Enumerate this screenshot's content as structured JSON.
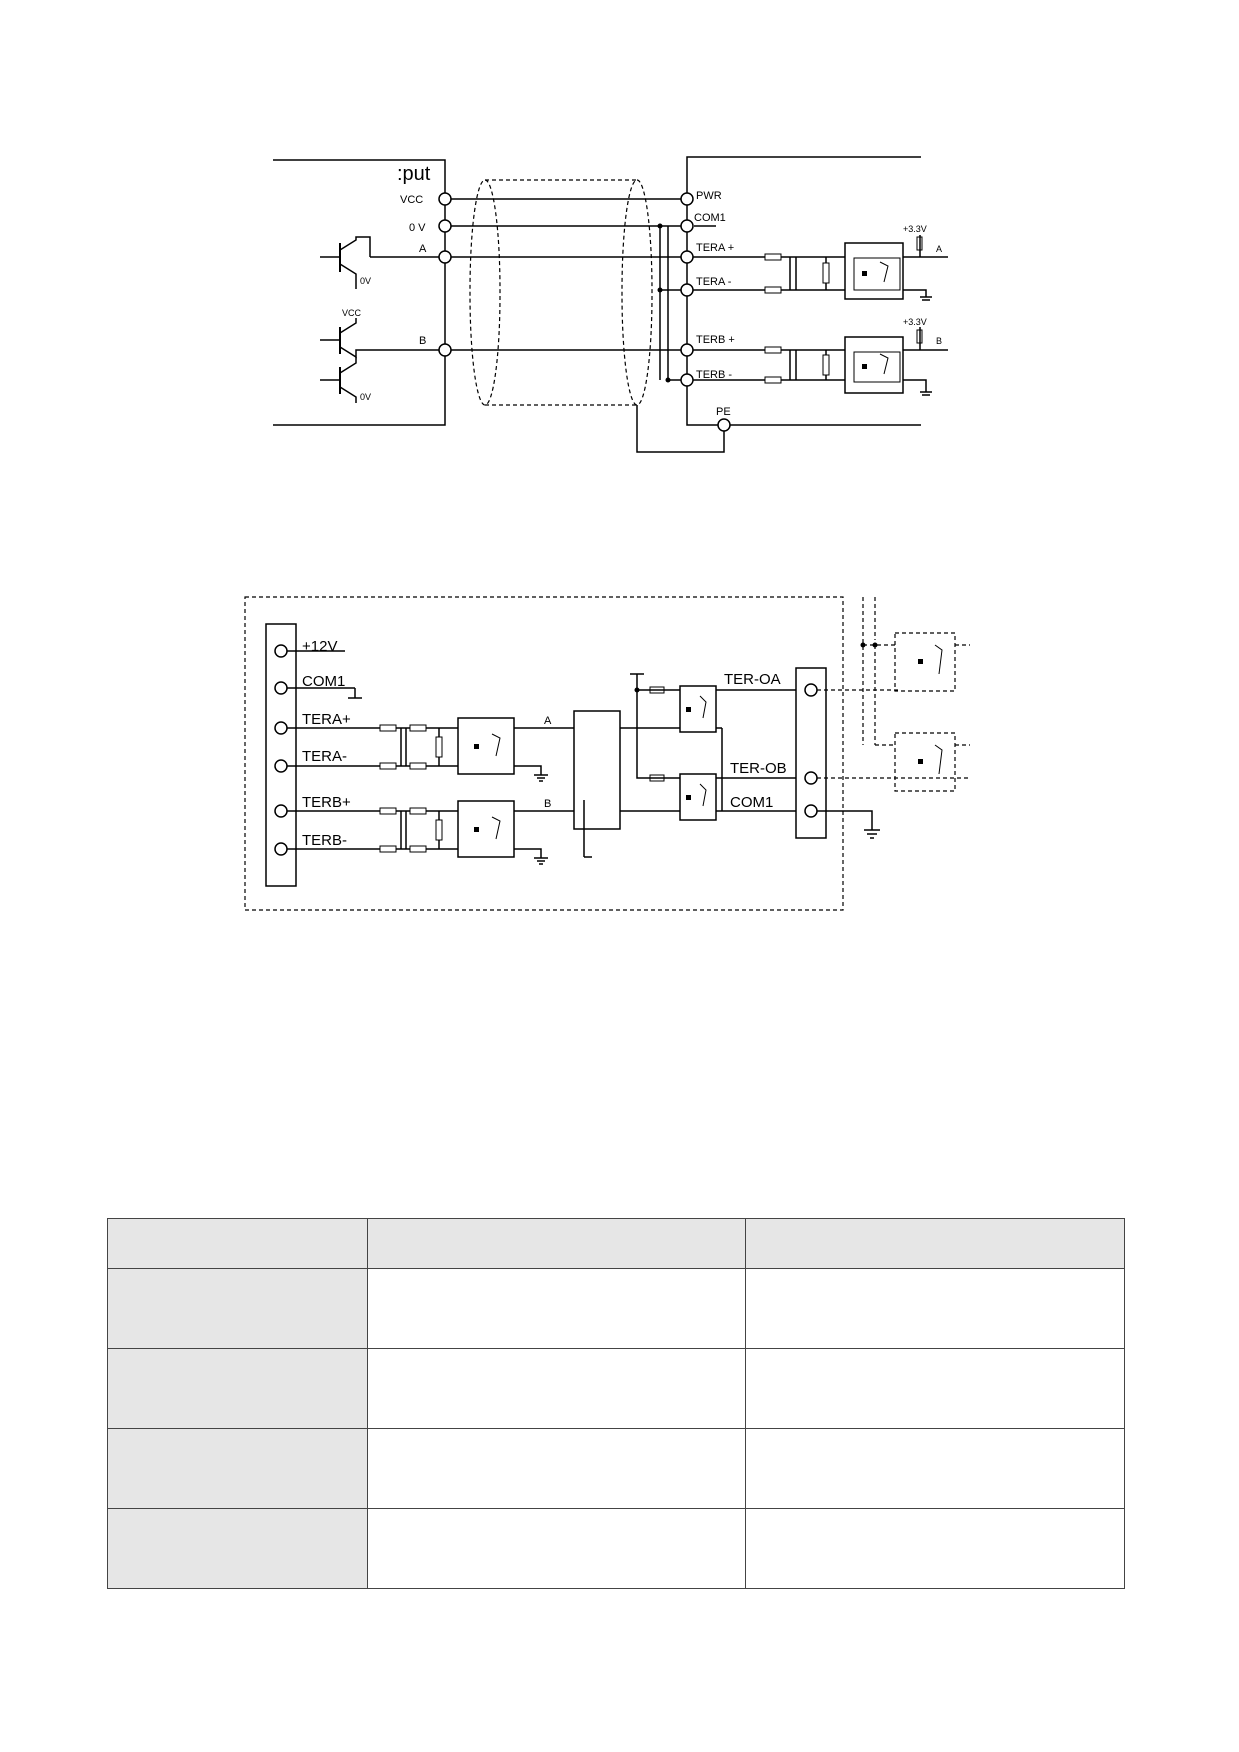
{
  "diagram1": {
    "header_label": ":put",
    "left_terminals": [
      "VCC",
      "0 V",
      "A",
      "B"
    ],
    "right_terminals": [
      "PWR",
      "COM1",
      "TERA +",
      "TERA -",
      "TERB +",
      "TERB -"
    ],
    "pe_label": "PE",
    "supply_label": "+3.3V",
    "output_a": "A",
    "output_b": "B",
    "transistor_supply": "VCC",
    "ground_label": "0V"
  },
  "diagram2": {
    "terminals": [
      "+12V",
      "COM1",
      "TERA+",
      "TERA-",
      "TERB+",
      "TERB-"
    ],
    "signal_a": "A",
    "signal_b": "B",
    "output_terminals": [
      "TER-OA",
      "TER-OB",
      "COM1"
    ]
  },
  "table": {
    "headers": [
      "",
      "",
      ""
    ],
    "rows": [
      [
        "",
        "",
        ""
      ],
      [
        "",
        "",
        ""
      ],
      [
        "",
        "",
        ""
      ],
      [
        "",
        "",
        ""
      ]
    ]
  }
}
